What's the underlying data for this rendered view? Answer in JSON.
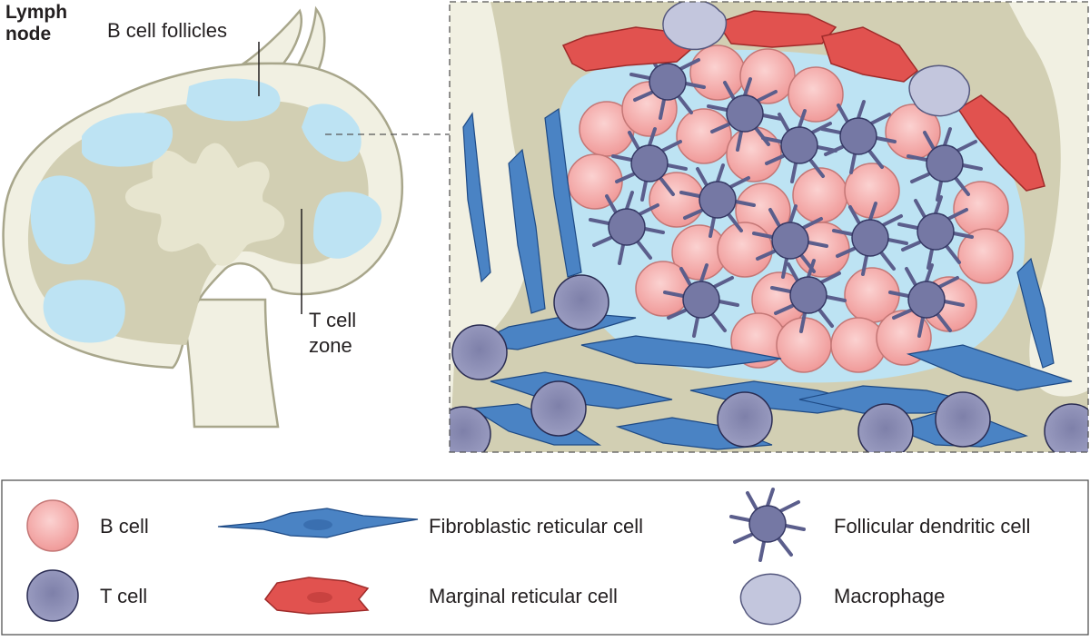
{
  "overview": {
    "title_line1": "Lymph",
    "title_line2": "node",
    "b_cell_follicles_label": "B cell follicles",
    "t_cell_zone_line1": "T cell",
    "t_cell_zone_line2": "zone"
  },
  "legend": {
    "b_cell": "B cell",
    "t_cell": "T cell",
    "frc": "Fibroblastic reticular cell",
    "mrc": "Marginal reticular cell",
    "fdc": "Follicular dendritic cell",
    "macrophage": "Macrophage"
  },
  "colors": {
    "capsule": "#f1f0e2",
    "medulla": "#d2cfb3",
    "outline": "#a8a68b",
    "follicle": "#bde3f3",
    "b_cell": "#f4a7a6",
    "t_cell": "#8a8cb2",
    "frc": "#4a83c4",
    "mrc": "#e1524f",
    "fdc": "#7578a4",
    "macrophage": "#c3c6dd"
  }
}
